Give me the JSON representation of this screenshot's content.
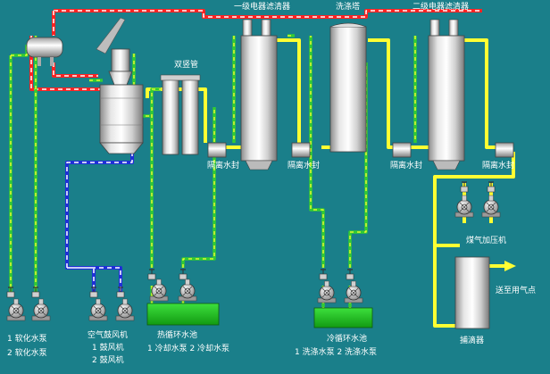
{
  "colors": {
    "background": "#1a7f8a",
    "pipe_yellow": "#ffff33",
    "pipe_green": "#33cc33",
    "pipe_red": "#ff2222",
    "pipe_blue": "#1f2fd6",
    "tank_green": "#22cc22",
    "label_white": "#ffffff"
  },
  "labels": {
    "filter1": "一级电器滤清器",
    "wash_tower": "洗涤塔",
    "filter2": "二级电器滤清器",
    "double_tube": "双竖管",
    "seal1": "隔离水封",
    "seal2": "隔离水封",
    "seal3": "隔离水封",
    "seal4": "隔离水封",
    "compressor": "煤气加压机",
    "to_user": "送至用气点",
    "catcher": "捕滴器",
    "soft_pump1": "1  软化水泵",
    "soft_pump2": "2  软化水泵",
    "blower_title": "空气鼓风机",
    "blower1": "1  鼓风机",
    "blower2": "2  鼓风机",
    "hot_pool": "热循环水池",
    "hot_pumps": "1  冷却水泵   2  冷却水泵",
    "cold_pool": "冷循环水池",
    "cold_pumps": "1  洗涤水泵   2  洗涤水泵"
  }
}
